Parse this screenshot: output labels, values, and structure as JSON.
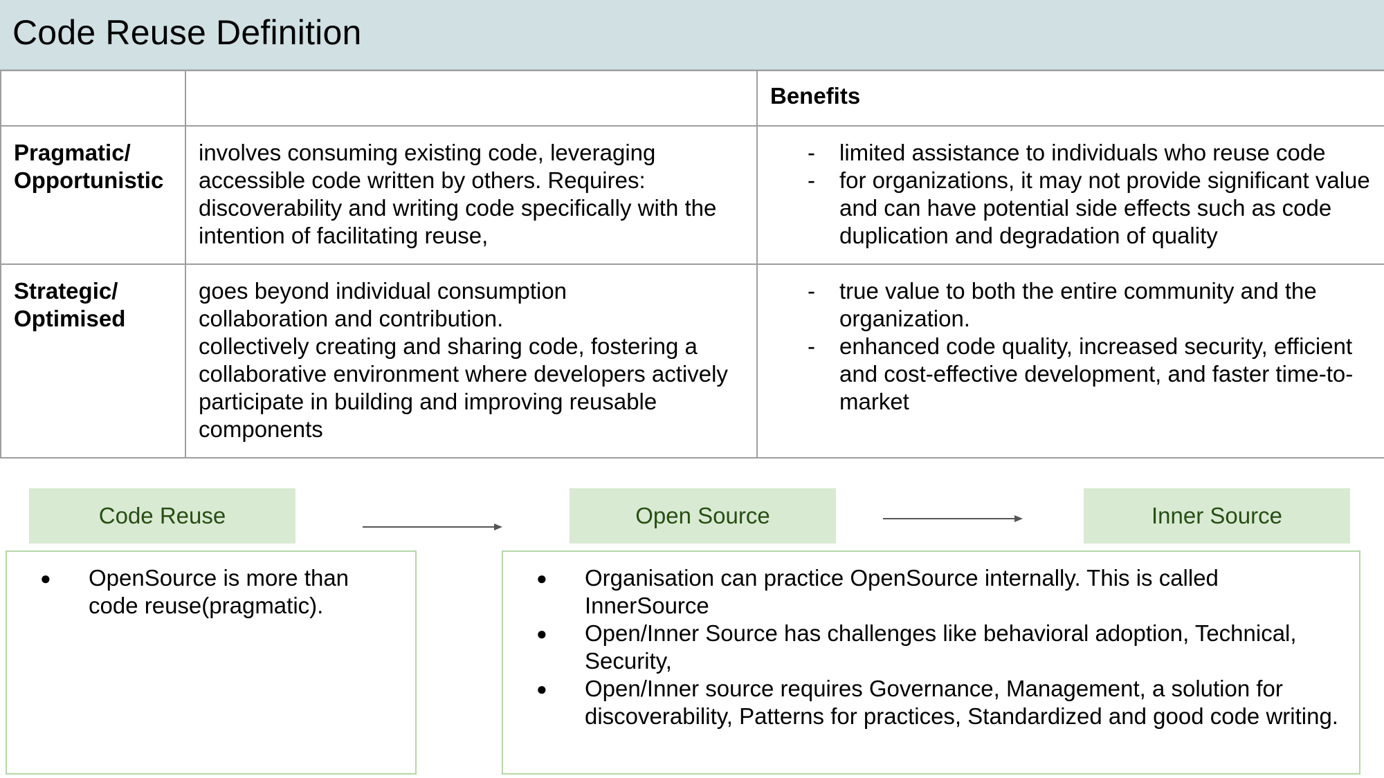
{
  "title": "Code Reuse Definition",
  "table": {
    "header": [
      "",
      "",
      "Benefits"
    ],
    "rows": [
      {
        "label_line1": "Pragmatic/",
        "label_line2": "Opportunistic",
        "description": "involves consuming existing code, leveraging accessible code written by others. Requires: discoverability and writing code specifically with the intention of facilitating reuse,",
        "benefits": [
          "limited assistance to individuals who reuse code",
          "for organizations, it may not provide significant value and can have potential side effects such as code duplication and degradation of quality"
        ]
      },
      {
        "label_line1": "Strategic/",
        "label_line2": "Optimised",
        "description_lines": [
          "goes beyond individual consumption",
          "collaboration and contribution.",
          "collectively creating and sharing code, fostering a collaborative environment where developers actively participate in building and improving reusable components"
        ],
        "benefits": [
          "true value to both the entire community and the organization.",
          "enhanced code quality, increased security, efficient and cost-effective development, and faster time-to-market"
        ]
      }
    ]
  },
  "flow": {
    "steps": [
      "Code Reuse",
      "Open Source",
      "Inner Source"
    ],
    "colors": {
      "chip_bg": "#d9ead3",
      "chip_text": "#274e13",
      "box_border": "#b6d7a8",
      "title_bg": "#d0e0e3"
    }
  },
  "notes": {
    "left": [
      "OpenSource is more than code reuse(pragmatic)."
    ],
    "right": [
      "Organisation can practice OpenSource internally. This is called InnerSource",
      "Open/Inner Source has challenges like behavioral adoption, Technical, Security,",
      "Open/Inner source requires Governance, Management, a solution for discoverability, Patterns for practices, Standardized and good code writing."
    ]
  }
}
